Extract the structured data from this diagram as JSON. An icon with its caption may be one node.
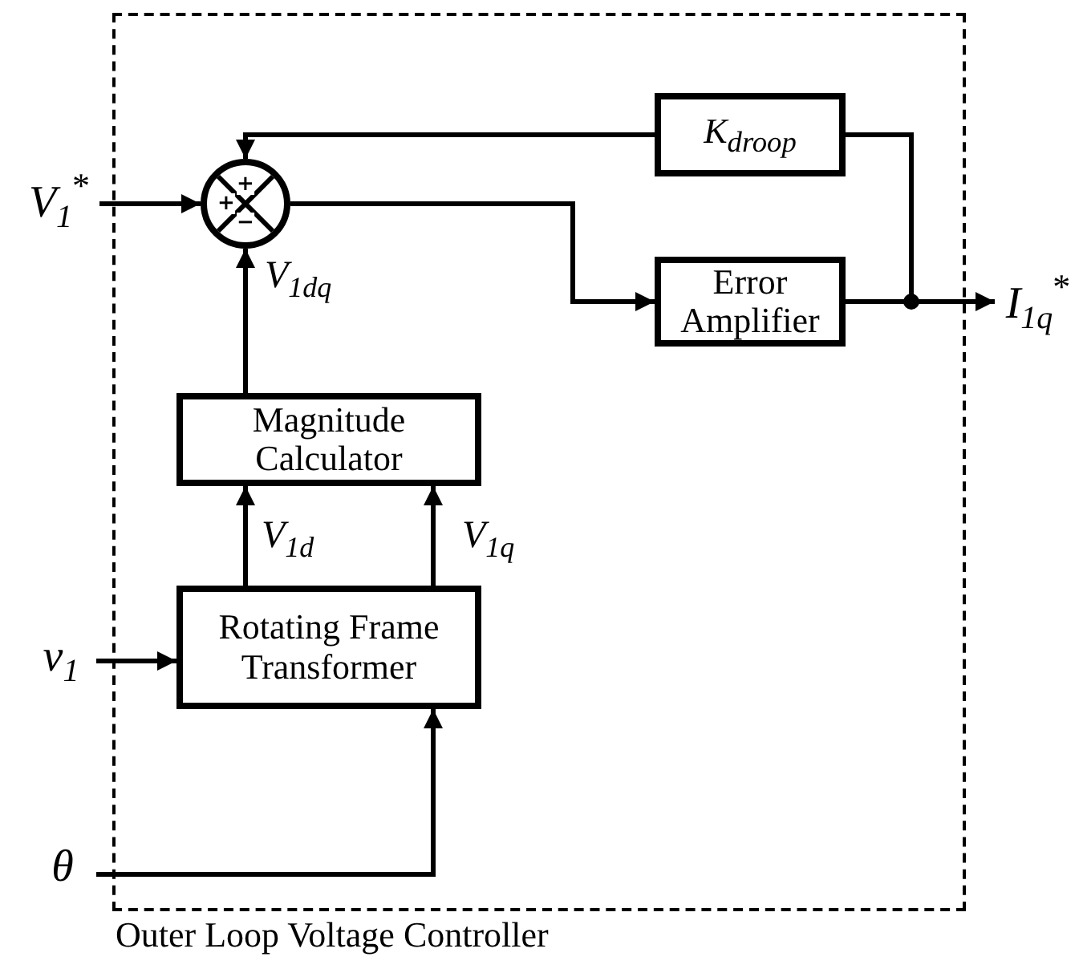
{
  "diagram": {
    "nodes": [
      {
        "text": [
          "Outer Loop Voltage Controller"
        ]
      },
      {
        "text": [
          "+",
          "+",
          "−"
        ],
        "in": 0
      },
      {
        "text": [
          "K$_{droop}$"
        ],
        "in": 0
      },
      {
        "text": [
          "Error Amplifier"
        ],
        "in": 0
      },
      {
        "text": [
          "Magnitude Calculator"
        ],
        "in": 0
      },
      {
        "text": [
          "Rotating Frame Transformer"
        ],
        "in": 0
      },
      {
        "text": [
          "V$_{1}$$^{*}$"
        ]
      },
      {
        "text": [
          "v$_{1}$"
        ]
      },
      {
        "text": [
          "θ"
        ]
      },
      {
        "text": [
          "I$_{1q}$$^{*}$"
        ]
      }
    ],
    "edges": [
      {
        "from": 6,
        "to": 1,
        "arrow": "to"
      },
      {
        "from": 2,
        "to": 1,
        "arrow": "to"
      },
      {
        "from": 4,
        "to": 1,
        "arrow": "to",
        "label": "V$_{1dq}$"
      },
      {
        "from": 1,
        "to": 3,
        "arrow": "to"
      },
      {
        "from": 3,
        "to": 9,
        "arrow": "to"
      },
      {
        "from": 3,
        "to": 2,
        "arrow": "none"
      },
      {
        "from": 5,
        "to": 4,
        "arrow": "to",
        "label": "V$_{1d}$"
      },
      {
        "from": 5,
        "to": 4,
        "arrow": "to",
        "label": "V$_{1q}$"
      },
      {
        "from": 7,
        "to": 5,
        "arrow": "to"
      },
      {
        "from": 8,
        "to": 5,
        "arrow": "to"
      }
    ]
  }
}
